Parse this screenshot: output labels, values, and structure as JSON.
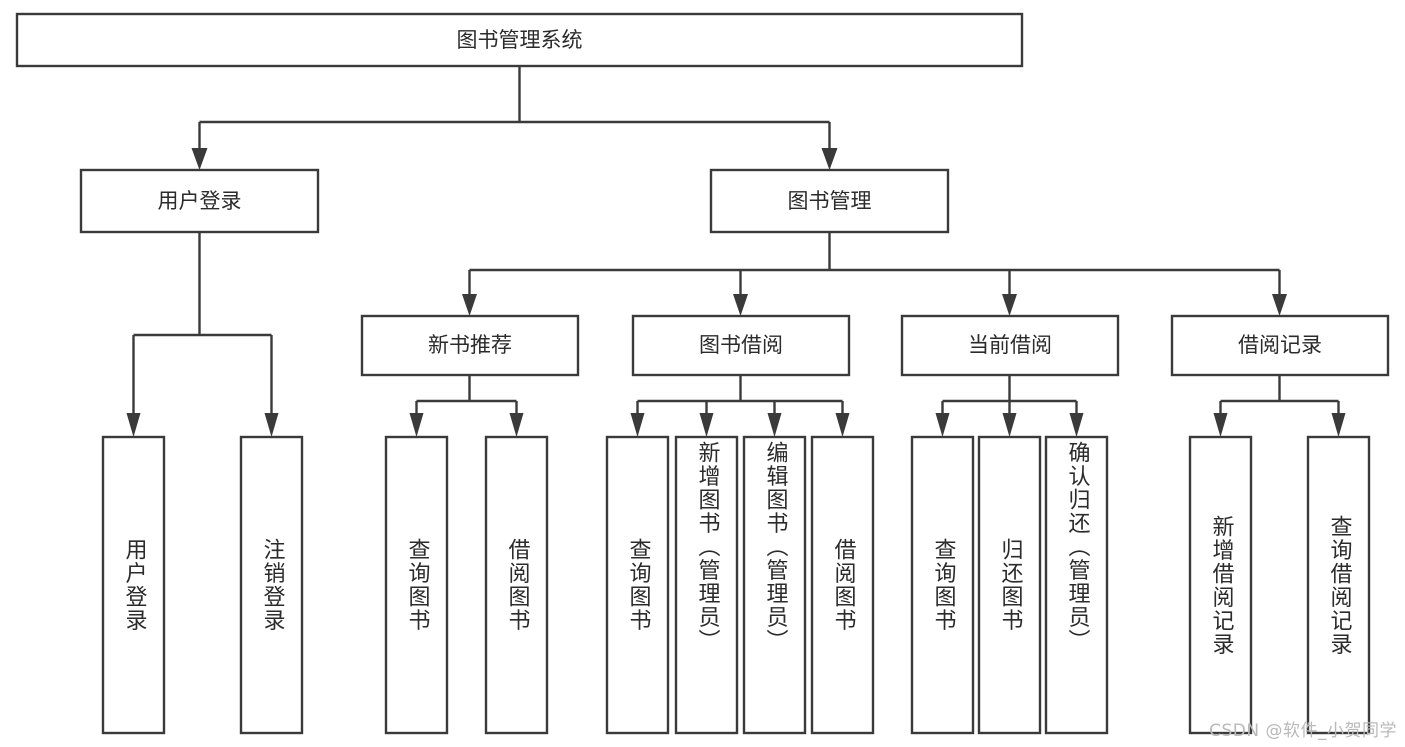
{
  "diagram": {
    "type": "tree-hierarchy-chart",
    "title": "图书管理系统",
    "orientation": "top-down",
    "colors": {
      "box_stroke": "#3a3a3a",
      "box_fill": "#ffffff",
      "connector": "#3a3a3a",
      "text": "#2b2b2b",
      "watermark": "#b9b9b9",
      "background": "#ffffff"
    },
    "levels": {
      "root": {
        "label": "图书管理系统"
      },
      "level2": [
        {
          "id": "user-login",
          "label": "用户登录"
        },
        {
          "id": "book-management",
          "label": "图书管理"
        }
      ],
      "level3": [
        {
          "id": "new-book-recommend",
          "label": "新书推荐",
          "parent": "book-management"
        },
        {
          "id": "book-borrow",
          "label": "图书借阅",
          "parent": "book-management"
        },
        {
          "id": "current-borrow",
          "label": "当前借阅",
          "parent": "book-management"
        },
        {
          "id": "borrow-record",
          "label": "借阅记录",
          "parent": "book-management"
        }
      ],
      "leaves": {
        "user-login": [
          {
            "id": "leaf-user-login",
            "label": "用户登录"
          },
          {
            "id": "leaf-user-logout",
            "label": "注销登录"
          }
        ],
        "new-book-recommend": [
          {
            "id": "leaf-query-book-1",
            "label": "查询图书"
          },
          {
            "id": "leaf-borrow-book-1",
            "label": "借阅图书"
          }
        ],
        "book-borrow": [
          {
            "id": "leaf-query-book-2",
            "label": "查询图书"
          },
          {
            "id": "leaf-add-book",
            "label": "新增图书（管理员）"
          },
          {
            "id": "leaf-edit-book",
            "label": "编辑图书（管理员）"
          },
          {
            "id": "leaf-borrow-book-2",
            "label": "借阅图书"
          }
        ],
        "current-borrow": [
          {
            "id": "leaf-query-book-3",
            "label": "查询图书"
          },
          {
            "id": "leaf-return-book",
            "label": "归还图书"
          },
          {
            "id": "leaf-confirm-return",
            "label": "确认归还（管理员）"
          }
        ],
        "borrow-record": [
          {
            "id": "leaf-add-record",
            "label": "新增借阅记录"
          },
          {
            "id": "leaf-query-record",
            "label": "查询借阅记录"
          }
        ]
      }
    }
  },
  "watermark": {
    "text": "CSDN @软件_小贺同学"
  }
}
